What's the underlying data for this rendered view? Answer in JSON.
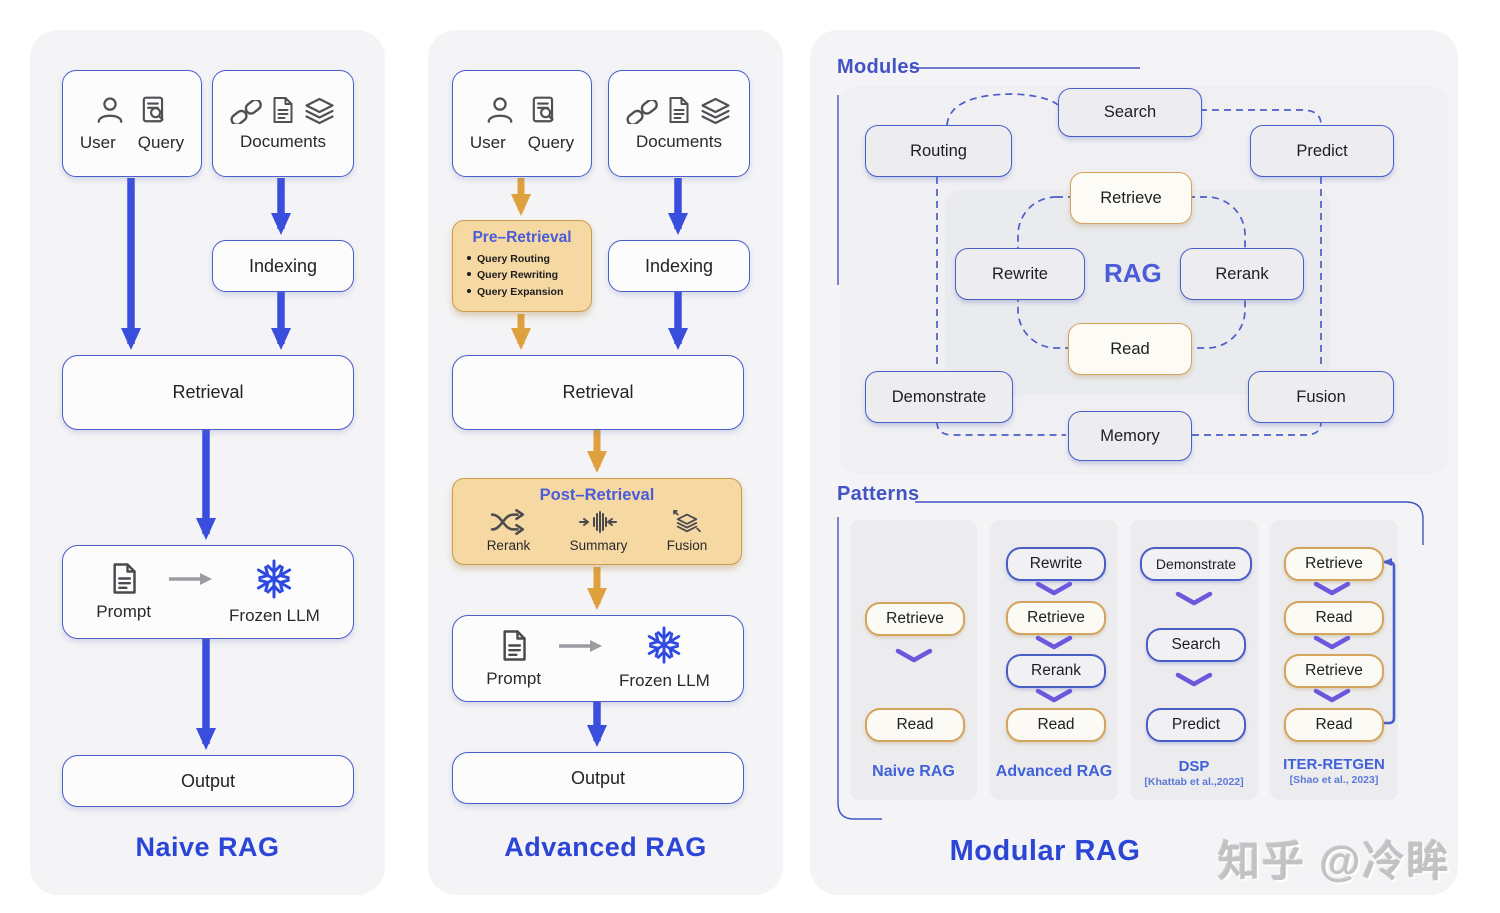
{
  "watermark": "知乎 @冷眸",
  "colors": {
    "card_bg": "#f4f4f6",
    "blue_arrow": "#3a4ede",
    "orange_arrow": "#dfa13e",
    "blue_border": "#4a5ec8",
    "orange_border": "#d5a45c",
    "tan_fill": "#f5d8a2",
    "chevron_purple": "#6c58dd",
    "title_blue": "#2b46d6"
  },
  "panels": {
    "naive": {
      "title": "Naive RAG",
      "user": "User",
      "query": "Query",
      "documents": "Documents",
      "indexing": "Indexing",
      "retrieval": "Retrieval",
      "prompt": "Prompt",
      "frozen_llm": "Frozen LLM",
      "output": "Output"
    },
    "advanced": {
      "title": "Advanced RAG",
      "user": "User",
      "query": "Query",
      "documents": "Documents",
      "indexing": "Indexing",
      "retrieval": "Retrieval",
      "prompt": "Prompt",
      "frozen_llm": "Frozen LLM",
      "output": "Output",
      "pre_retrieval": {
        "title": "Pre–Retrieval",
        "bullets": [
          "Query Routing",
          "Query Rewriting",
          "Query Expansion"
        ]
      },
      "post_retrieval": {
        "title": "Post–Retrieval",
        "items": [
          "Rerank",
          "Summary",
          "Fusion"
        ]
      }
    },
    "modular": {
      "title": "Modular RAG",
      "modules": {
        "label": "Modules",
        "center": "RAG",
        "search": "Search",
        "routing": "Routing",
        "predict": "Predict",
        "retrieve": "Retrieve",
        "rewrite": "Rewrite",
        "rerank": "Rerank",
        "read": "Read",
        "demonstrate": "Demonstrate",
        "memory": "Memory",
        "fusion": "Fusion"
      },
      "patterns": {
        "label": "Patterns",
        "columns": [
          {
            "name": "Naive RAG",
            "citation": "",
            "steps": [
              "Retrieve",
              "Read"
            ]
          },
          {
            "name": "Advanced RAG",
            "citation": "",
            "steps": [
              "Rewrite",
              "Retrieve",
              "Rerank",
              "Read"
            ]
          },
          {
            "name": "DSP",
            "citation": "[Khattab et al.,2022]",
            "steps": [
              "Demonstrate",
              "Search",
              "Predict"
            ]
          },
          {
            "name": "ITER-RETGEN",
            "citation": "[Shao et al., 2023]",
            "steps": [
              "Retrieve",
              "Read",
              "Retrieve",
              "Read"
            ]
          }
        ]
      }
    }
  }
}
